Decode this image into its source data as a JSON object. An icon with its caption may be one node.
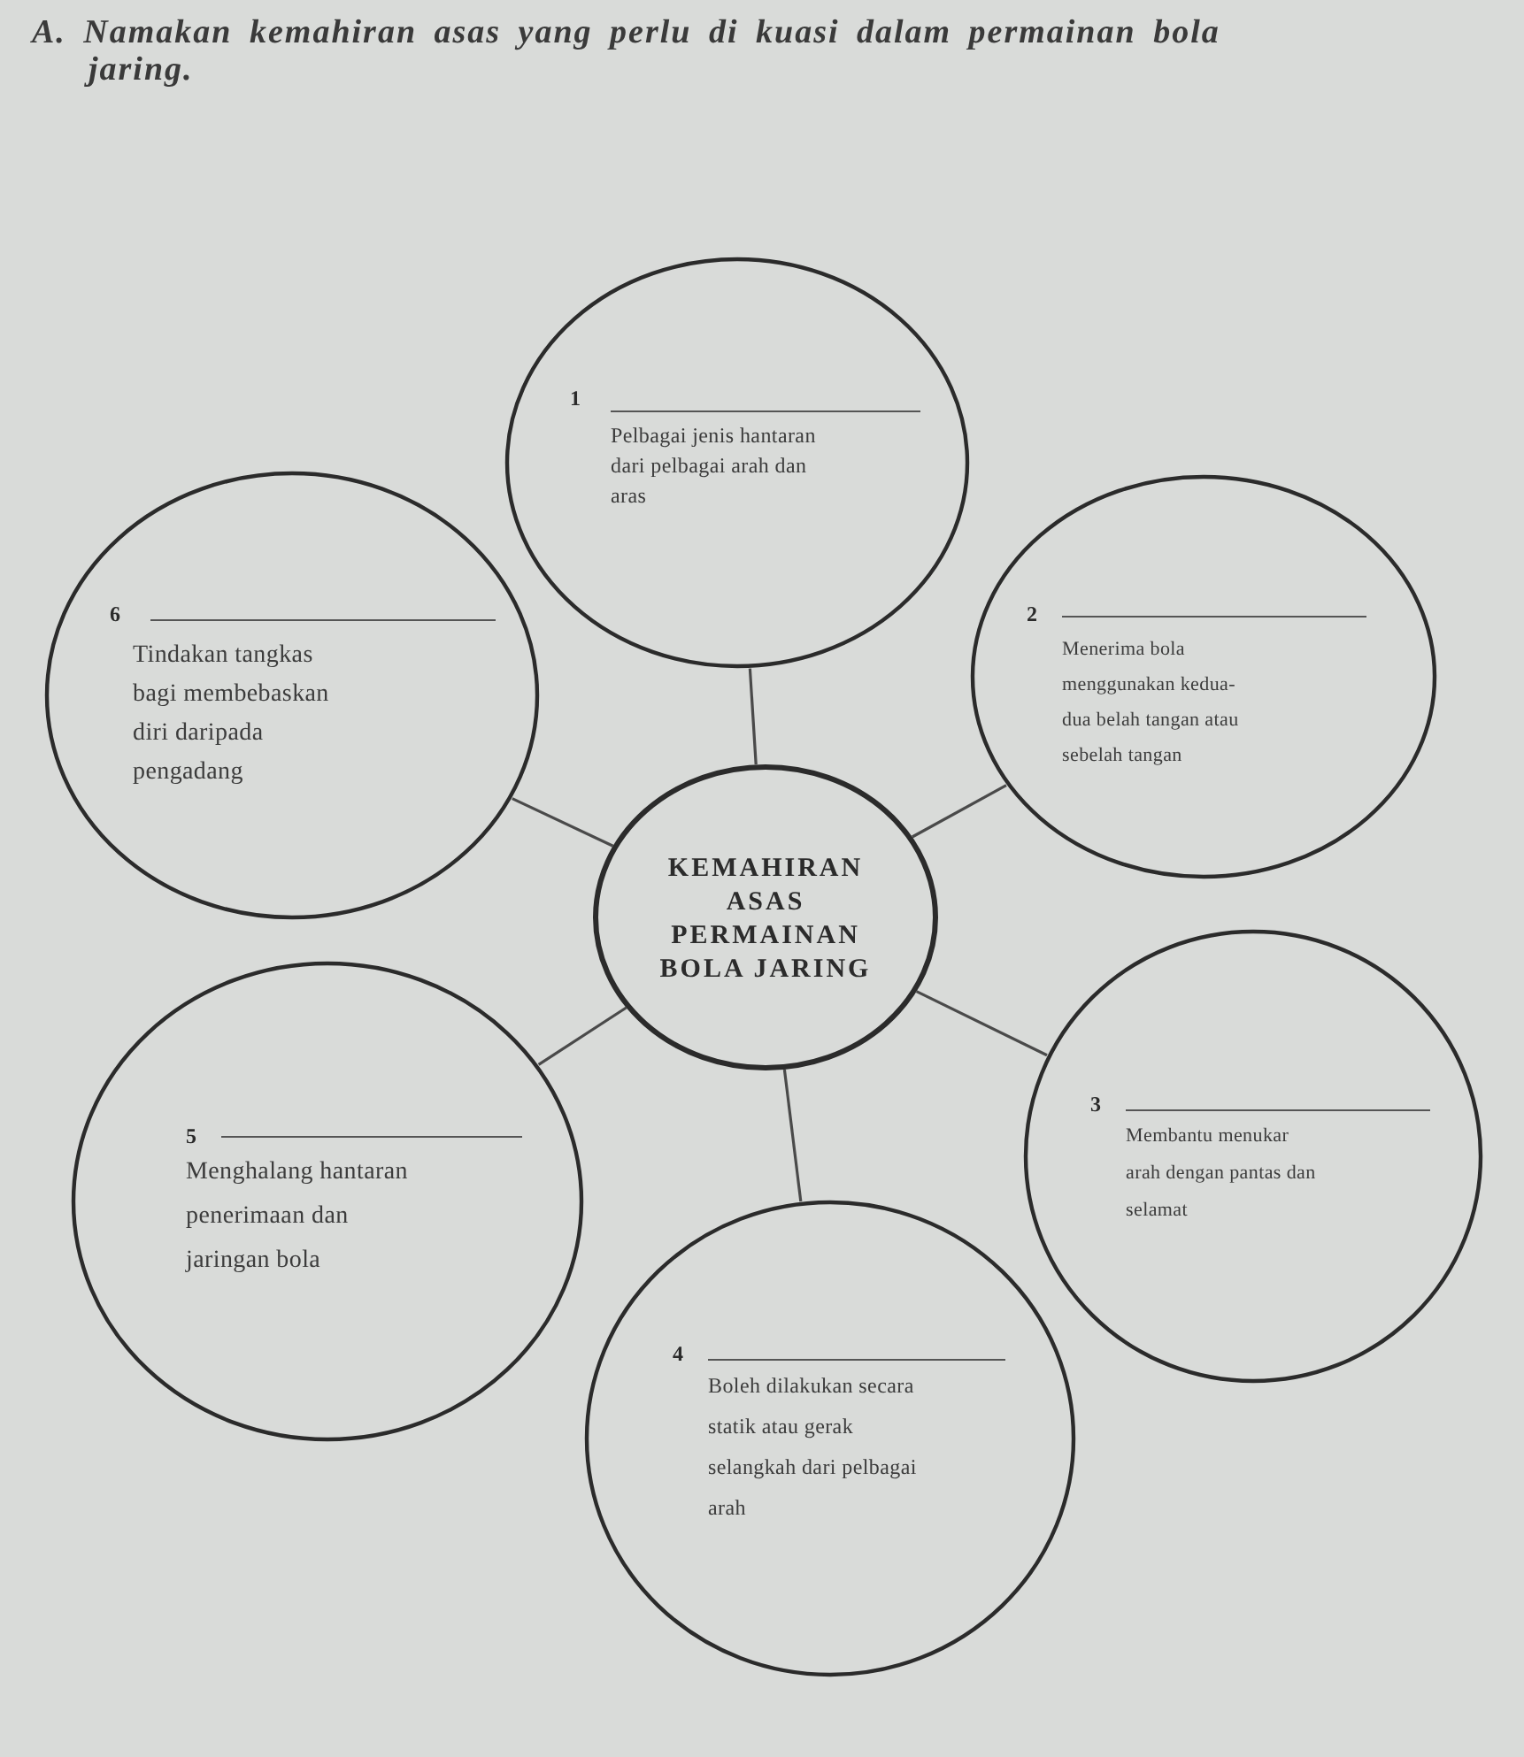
{
  "diagram": {
    "title": "A. Namakan kemahiran asas yang perlu di kuasi dalam permainan bola jaring.",
    "nodes": [
      {
        "text": [
          "KEMAHIRAN ASAS PERMAINAN BOLA JARING"
        ]
      },
      {
        "text": [
          "1",
          "Pelbagai jenis hantaran dari pelbagai arah dan aras"
        ]
      },
      {
        "text": [
          "2",
          "Menerima bola menggunakan kedua-dua belah tangan atau sebelah tangan"
        ]
      },
      {
        "text": [
          "3",
          "Membantu menukar arah dengan pantas dan selamat"
        ]
      },
      {
        "text": [
          "4",
          "Boleh dilakukan secara statik atau gerak selangkah dari pelbagai arah"
        ]
      },
      {
        "text": [
          "5",
          "Menghalang hantaran penerimaan dan jaringan bola"
        ]
      },
      {
        "text": [
          "6",
          "Tindakan tangkas bagi membebaskan diri daripada pengadang"
        ]
      }
    ],
    "edges": [
      {
        "from": 0,
        "to": 1,
        "arrow": "none"
      },
      {
        "from": 0,
        "to": 2,
        "arrow": "none"
      },
      {
        "from": 0,
        "to": 3,
        "arrow": "none"
      },
      {
        "from": 0,
        "to": 4,
        "arrow": "none"
      },
      {
        "from": 0,
        "to": 5,
        "arrow": "none"
      },
      {
        "from": 0,
        "to": 6,
        "arrow": "none"
      }
    ]
  }
}
